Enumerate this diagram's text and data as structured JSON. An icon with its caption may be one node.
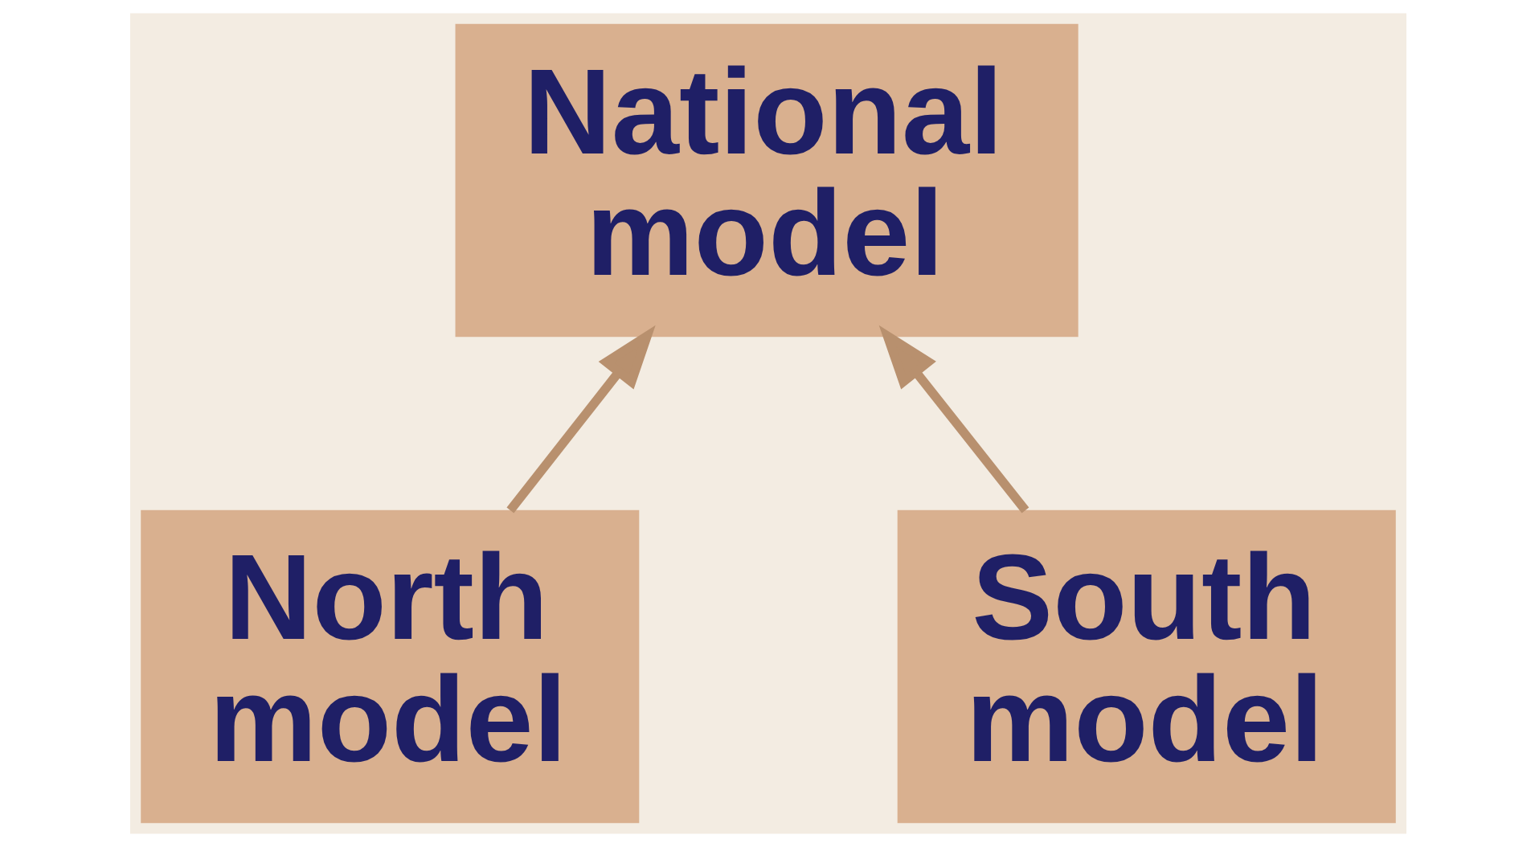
{
  "diagram": {
    "nodes": [
      {
        "text": [
          "National model"
        ]
      },
      {
        "text": [
          "North model"
        ]
      },
      {
        "text": [
          "South model"
        ]
      }
    ],
    "edges": [
      {
        "from": 1,
        "to": 0,
        "arrow": "to"
      },
      {
        "from": 2,
        "to": 0,
        "arrow": "to"
      }
    ]
  }
}
